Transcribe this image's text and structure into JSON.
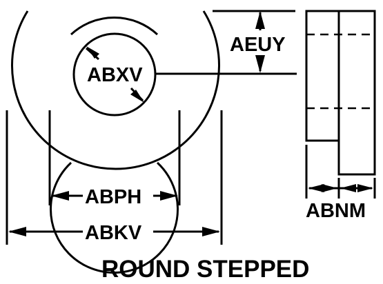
{
  "labels": {
    "inner_diameter": "ABXV",
    "step_height": "AEUY",
    "middle_diameter": "ABPH",
    "outer_diameter": "ABKV",
    "total_thickness": "ABNM"
  },
  "caption": "ROUND STEPPED",
  "colors": {
    "ink": "#000000",
    "background": "#ffffff"
  }
}
